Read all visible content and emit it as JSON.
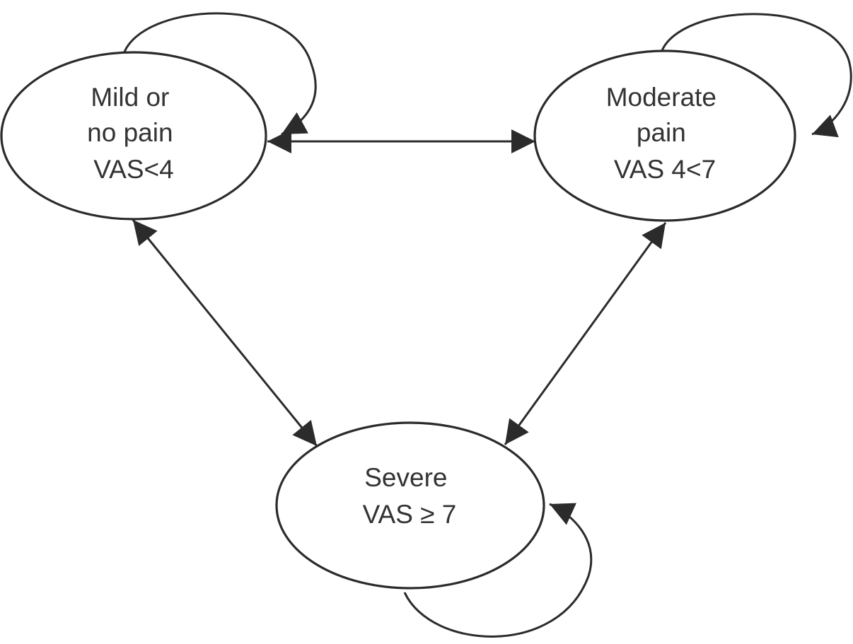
{
  "diagram": {
    "nodes": [
      {
        "id": "mild",
        "lines": [
          "Mild or",
          "no pain",
          "VAS<4"
        ]
      },
      {
        "id": "moderate",
        "lines": [
          "Moderate",
          "pain",
          "VAS 4<7"
        ]
      },
      {
        "id": "severe",
        "lines": [
          "Severe",
          "VAS ≥  7"
        ]
      }
    ],
    "edges": [
      {
        "from": "mild",
        "to": "moderate",
        "bidirectional": true
      },
      {
        "from": "mild",
        "to": "severe",
        "bidirectional": true
      },
      {
        "from": "moderate",
        "to": "severe",
        "bidirectional": true
      },
      {
        "from": "mild",
        "to": "mild",
        "self_loop": true
      },
      {
        "from": "moderate",
        "to": "moderate",
        "self_loop": true
      },
      {
        "from": "severe",
        "to": "severe",
        "self_loop": true
      }
    ]
  }
}
